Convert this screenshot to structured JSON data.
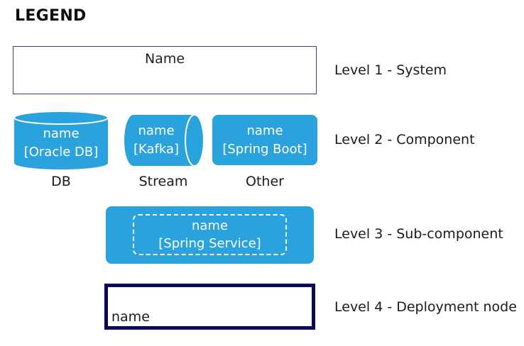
{
  "legend": {
    "title": "LEGEND"
  },
  "level1": {
    "box_name": "Name",
    "label": "Level 1 - System"
  },
  "level2": {
    "label": "Level 2 - Component",
    "db": {
      "name": "name",
      "tech": "[Oracle DB]",
      "caption": "DB"
    },
    "stream": {
      "name": "name",
      "tech": "[Kafka]",
      "caption": "Stream"
    },
    "other": {
      "name": "name",
      "tech": "[Spring Boot]",
      "caption": "Other"
    }
  },
  "level3": {
    "label": "Level 3 - Sub-component",
    "name": "name",
    "tech": "[Spring Service]"
  },
  "level4": {
    "label": "Level 4 - Deployment node",
    "name": "name"
  },
  "colors": {
    "component_fill": "#2aa2dd",
    "system_border": "#3b3b8f",
    "deployment_border": "#0a0a5a",
    "component_text": "#ffffff"
  }
}
